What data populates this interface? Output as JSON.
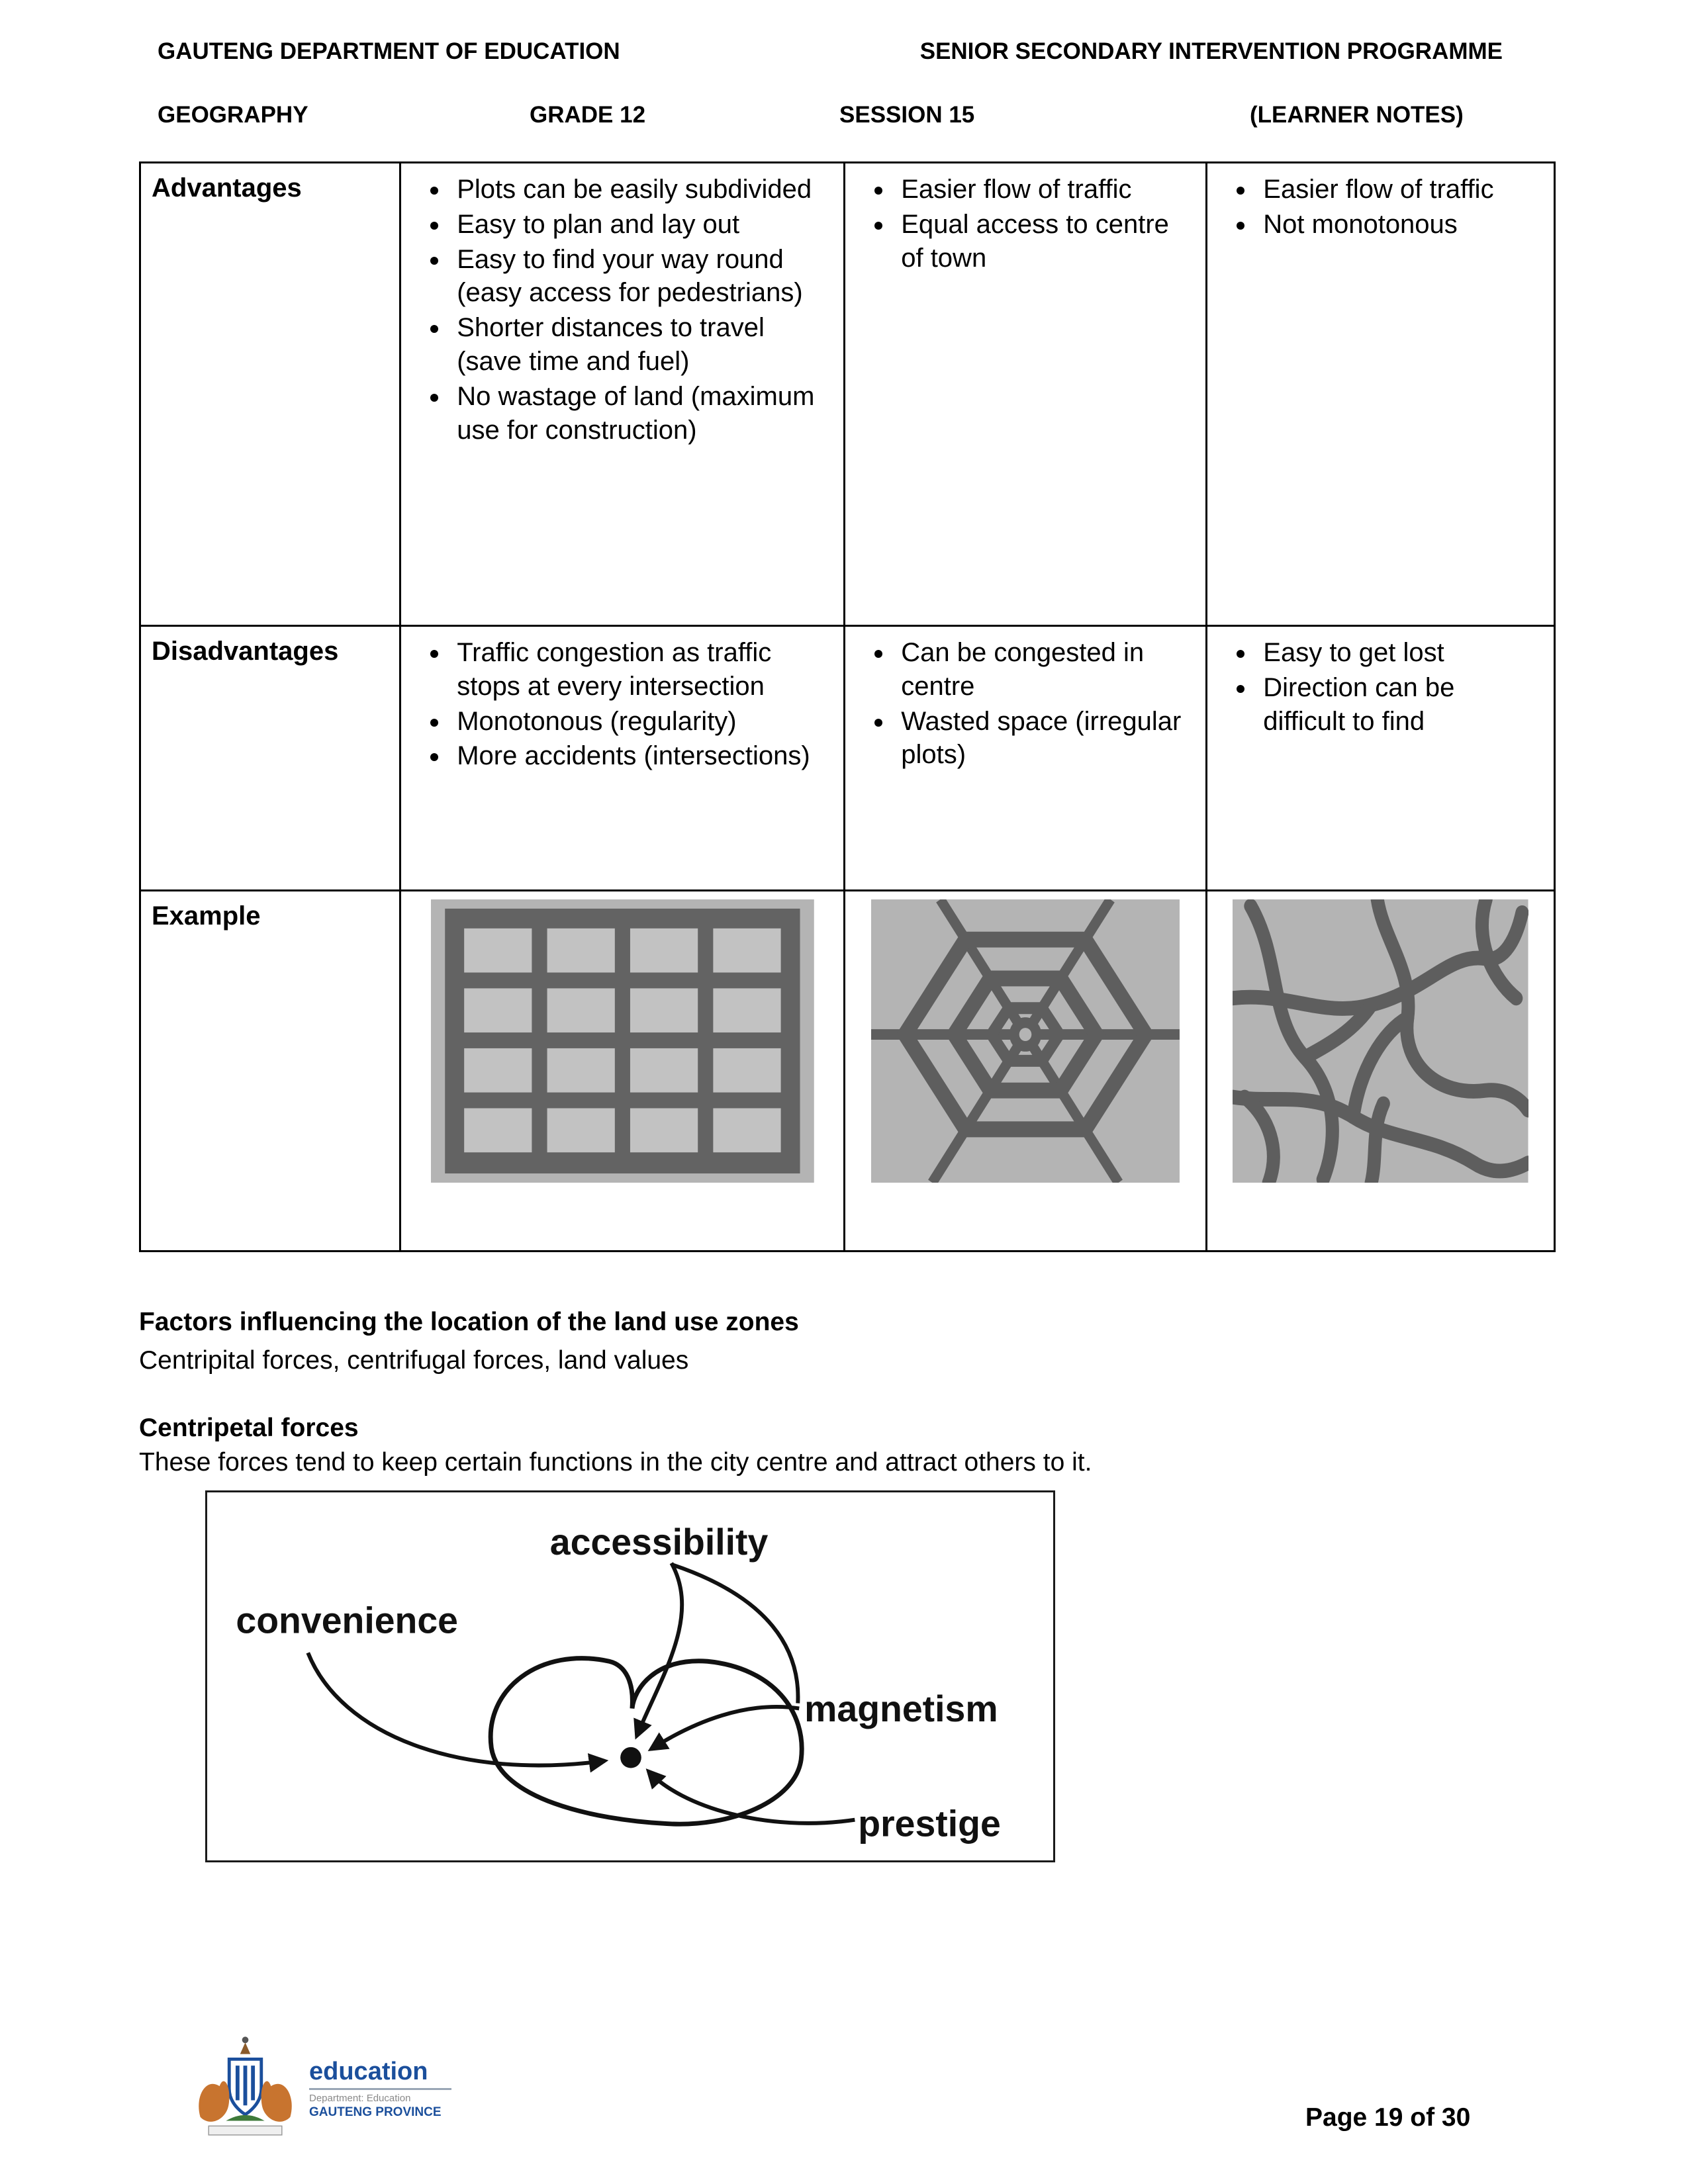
{
  "header": {
    "line1_left": "GAUTENG DEPARTMENT OF EDUCATION",
    "line1_right": "SENIOR SECONDARY INTERVENTION PROGRAMME",
    "subject": "GEOGRAPHY",
    "grade": "GRADE 12",
    "session": "SESSION 15",
    "notes": "(LEARNER NOTES)"
  },
  "table": {
    "rows": [
      {
        "label": "Advantages",
        "cells": [
          {
            "items": [
              "Plots can be easily subdivided",
              "Easy to plan and lay out",
              "Easy to find your way round (easy access for pedestrians)",
              "Shorter distances to travel (save time and fuel)",
              "No wastage of land (maximum use for construction)"
            ]
          },
          {
            "items": [
              "Easier flow of traffic",
              "Equal access to centre of town"
            ]
          },
          {
            "items": [
              "Easier flow of traffic",
              "Not monotonous"
            ]
          }
        ]
      },
      {
        "label": "Disadvantages",
        "cells": [
          {
            "items": [
              "Traffic congestion as traffic stops at every intersection",
              "Monotonous (regularity)",
              "More accidents (intersections)"
            ]
          },
          {
            "items": [
              "Can be congested in centre",
              "Wasted space (irregular plots)"
            ]
          },
          {
            "items": [
              "Easy to get lost",
              "Direction can be difficult to find"
            ]
          }
        ]
      },
      {
        "label": "Example",
        "images": [
          "gridiron-street-pattern",
          "radial-concentric-street-pattern",
          "irregular-street-pattern"
        ]
      }
    ]
  },
  "body": {
    "heading1": "Factors influencing the location of the land use zones",
    "para1": "Centripital forces, centrifugal forces, land values",
    "heading2": "Centripetal forces",
    "para2": "These forces tend to keep certain functions in the city centre and attract others to it."
  },
  "diagram": {
    "name": "centripetal-forces-diagram",
    "labels": {
      "top": "accessibility",
      "left": "convenience",
      "right": "magnetism",
      "bottom": "prestige"
    }
  },
  "footer": {
    "logo_name": "gauteng-education-coat-of-arms",
    "logo_education": "education",
    "logo_department": "Department: Education",
    "logo_province": "GAUTENG PROVINCE",
    "page_label": "Page 19 of 30"
  },
  "colors": {
    "logo_blue": "#1b4f9c",
    "logo_orange": "#c8742f",
    "scan_gray_light": "#b4b4b4",
    "scan_gray_dark": "#5e5e5e"
  }
}
